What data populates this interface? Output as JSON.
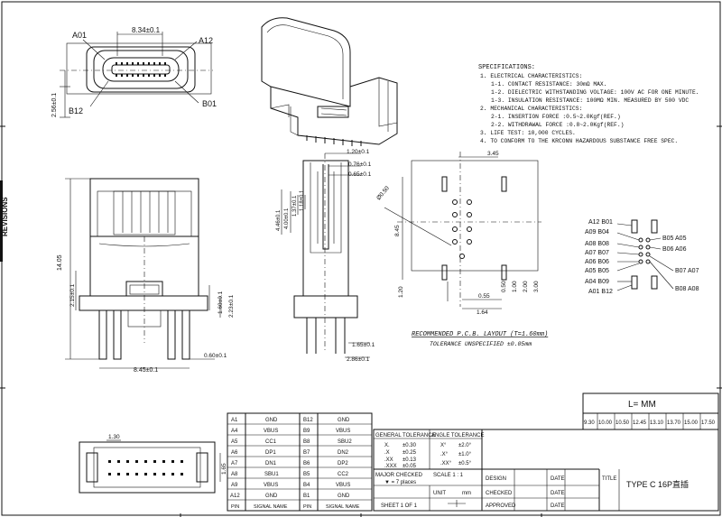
{
  "front_view": {
    "dim_width": "8.34±0.1",
    "label_a01": "A01",
    "label_a12": "A12",
    "label_b12": "B12",
    "label_b01": "B01",
    "dim_height": "2.56±0.1"
  },
  "specifications": {
    "heading": "SPECIFICATIONS:",
    "lines": [
      "1. ELECTRICAL CHARACTERISTICS:",
      "1-1. CONTACT RESISTANCE: 30mΩ MAX.",
      "1-2. DIELECTRIC WITHSTANDING VOLTAGE: 100V AC FOR ONE MINUTE.",
      "1-3. INSULATION RESISTANCE: 100MΩ MIN. MEASURED BY 500 VDC",
      "2. MECHANICAL CHARACTERISTICS:",
      "2-1. INSERTION FORCE :0.5~2.0Kgf(REF.)",
      "2-2. WITHDRAWAL FORCE :0.8~2.0Kgf(REF.)",
      "3. LIFE TEST: 10,000 CYCLES.",
      "4. TO CONFORM TO THE KRCONN HAZARDOUS SUBSTANCE FREE SPEC."
    ]
  },
  "side_view": {
    "dim_total": "14.05",
    "dim_a": "2.15±0.1",
    "dim_b": "2.23±0.1",
    "dim_c": "1.60±0.1",
    "dim_d": "0.60±0.1",
    "dim_bottom": "8.45±0.1"
  },
  "section_view": {
    "dim_top1": "1.20±0.1",
    "dim_top2": "0.76±0.1",
    "dim_top3": "0.65±0.1",
    "dim_v1": "4.46±0.1",
    "dim_v2": "4.00±0.1",
    "dim_v3": "1.37±0.1",
    "dim_v4": "1.18±0.1",
    "dim_b1": "1.65±0.1",
    "dim_b2": "2.86±0.1"
  },
  "pcb_layout": {
    "dim_top": "3.45",
    "dim_hole": "Ø0.50",
    "dim_left": "8.45",
    "dim_low": "1.20",
    "dims_right": [
      "0.50",
      "1.00",
      "2.00",
      "3.00"
    ],
    "dim_b1": "0.55",
    "dim_b2": "1.64",
    "title": "RECOMMENDED P.C.B. LAYOUT (T=1.60mm)",
    "tolerance": "TOLERANCE UNSPECIFIED ±0.05mm"
  },
  "pin_map": {
    "left": [
      "A12 B01",
      "A09 B04",
      "A08 B08",
      "A07 B07",
      "A06 B06",
      "A05 B05",
      "A04 B09",
      "A01 B12"
    ],
    "right": [
      "B05 A05",
      "B06 A06",
      "B07 A07",
      "B08 A08"
    ]
  },
  "length_table": {
    "header": "L=    MM",
    "values": [
      "9.30",
      "10.00",
      "10.50",
      "12.45",
      "13.10",
      "13.70",
      "15.00",
      "17.50"
    ]
  },
  "signal_table": {
    "rows": [
      [
        "A1",
        "GND",
        "B12",
        "GND"
      ],
      [
        "A4",
        "VBUS",
        "B9",
        "VBUS"
      ],
      [
        "A5",
        "CC1",
        "B8",
        "SBU2"
      ],
      [
        "A6",
        "DP1",
        "B7",
        "DN2"
      ],
      [
        "A7",
        "DN1",
        "B6",
        "DP2"
      ],
      [
        "A8",
        "SBU1",
        "B5",
        "CC2"
      ],
      [
        "A9",
        "VBUS",
        "B4",
        "VBUS"
      ],
      [
        "A12",
        "GND",
        "B1",
        "GND"
      ]
    ],
    "footer": [
      "PIN",
      "SIGNAL NAME",
      "PIN",
      "SIGNAL NAME"
    ]
  },
  "bottom_view": {
    "dim_top": "1.30",
    "dim_side": "1.65"
  },
  "title_block": {
    "general_tolerance": "GENERAL TOLERANCE",
    "angle_tolerance": "ANGLE TOLERANCE",
    "tol_rows": [
      [
        "X.",
        "±0.30",
        "X°",
        "±2.0°"
      ],
      [
        ".X",
        "±0.25",
        ".X°",
        "±1.0°"
      ],
      [
        ".XX",
        "±0.13",
        ".XX°",
        "±0.5°"
      ],
      [
        ".XXX",
        "±0.05",
        "",
        ""
      ]
    ],
    "major_check": "MAJOR CHECKED",
    "places": "▼ = 7 places",
    "scale": "SCALE 1 : 1",
    "sheet": "SHEET 1 OF 1",
    "unit": "UNIT",
    "unit_val": "mm",
    "design": "DESIGN",
    "checked": "CHECKED",
    "approved": "APPROVED",
    "date": "DATE",
    "title_label": "TITLE",
    "title_value": "TYPE C 16P直插"
  },
  "border_left_text": "REVISIONS"
}
